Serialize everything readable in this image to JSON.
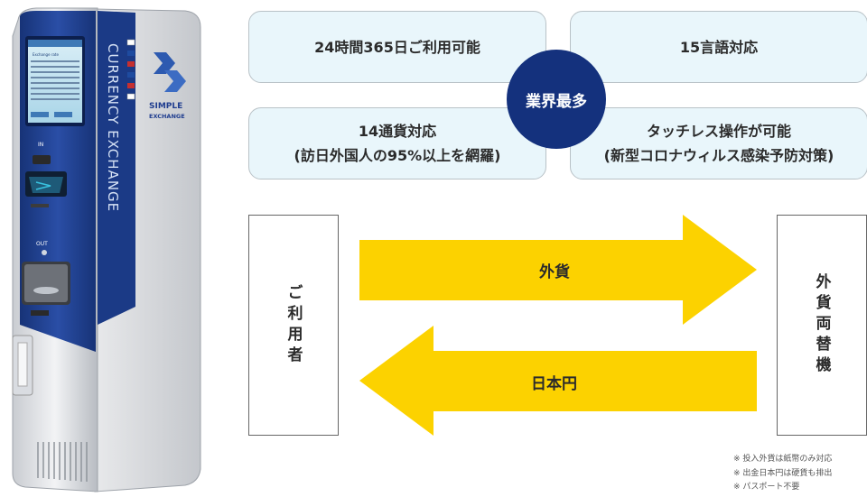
{
  "features": {
    "hours": "24時間365日ご利用可能",
    "languages": "15言語対応",
    "currencies_line1": "14通貨対応",
    "currencies_line2": "(訪日外国人の95%以上を網羅)",
    "touchless_line1": "タッチレス操作が可能",
    "touchless_line2": "(新型コロナウィルス感染予防対策)"
  },
  "badge": "業界最多",
  "flow": {
    "user": "ご利用者",
    "machine": "外貨両替機",
    "arrow_right_label": "外貨",
    "arrow_left_label": "日本円"
  },
  "notes": [
    "※ 投入外貨は紙幣のみ対応",
    "※ 出金日本円は硬貨も排出",
    "※ パスポート不要"
  ],
  "machine": {
    "brand_line1": "SIMPLE",
    "brand_line2": "EXCHANGE",
    "side_text": "CURRENCY EXCHANGE",
    "screen_title": "Exchange rate",
    "in_label": "IN",
    "out_label": "OUT"
  },
  "colors": {
    "arrow": "#fcd200",
    "badge": "#14317d",
    "feature_bg": "#e9f6fb",
    "machine_blue": "#1f3d8f"
  }
}
